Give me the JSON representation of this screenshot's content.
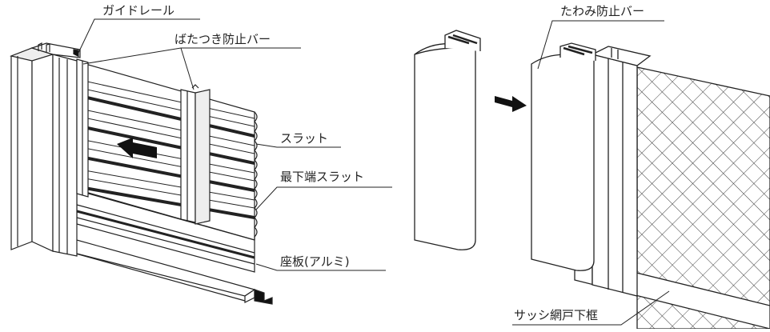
{
  "labels": {
    "guide_rail": "ガイドレール",
    "anti_flap_bar": "ばたつき防止バー",
    "slat": "スラット",
    "bottom_slat": "最下端スラット",
    "base_plate": "座板(アルミ)",
    "anti_sag_bar": "たわみ防止バー",
    "sash_screen_bottom_frame": "サッシ網戸下框"
  },
  "icons": {
    "left_arrow": "arrow-left-icon",
    "right_arrow": "arrow-right-icon"
  },
  "colors": {
    "line": "#222222",
    "fill": "#ffffff",
    "shade": "#dddddd",
    "dark": "#111111"
  }
}
